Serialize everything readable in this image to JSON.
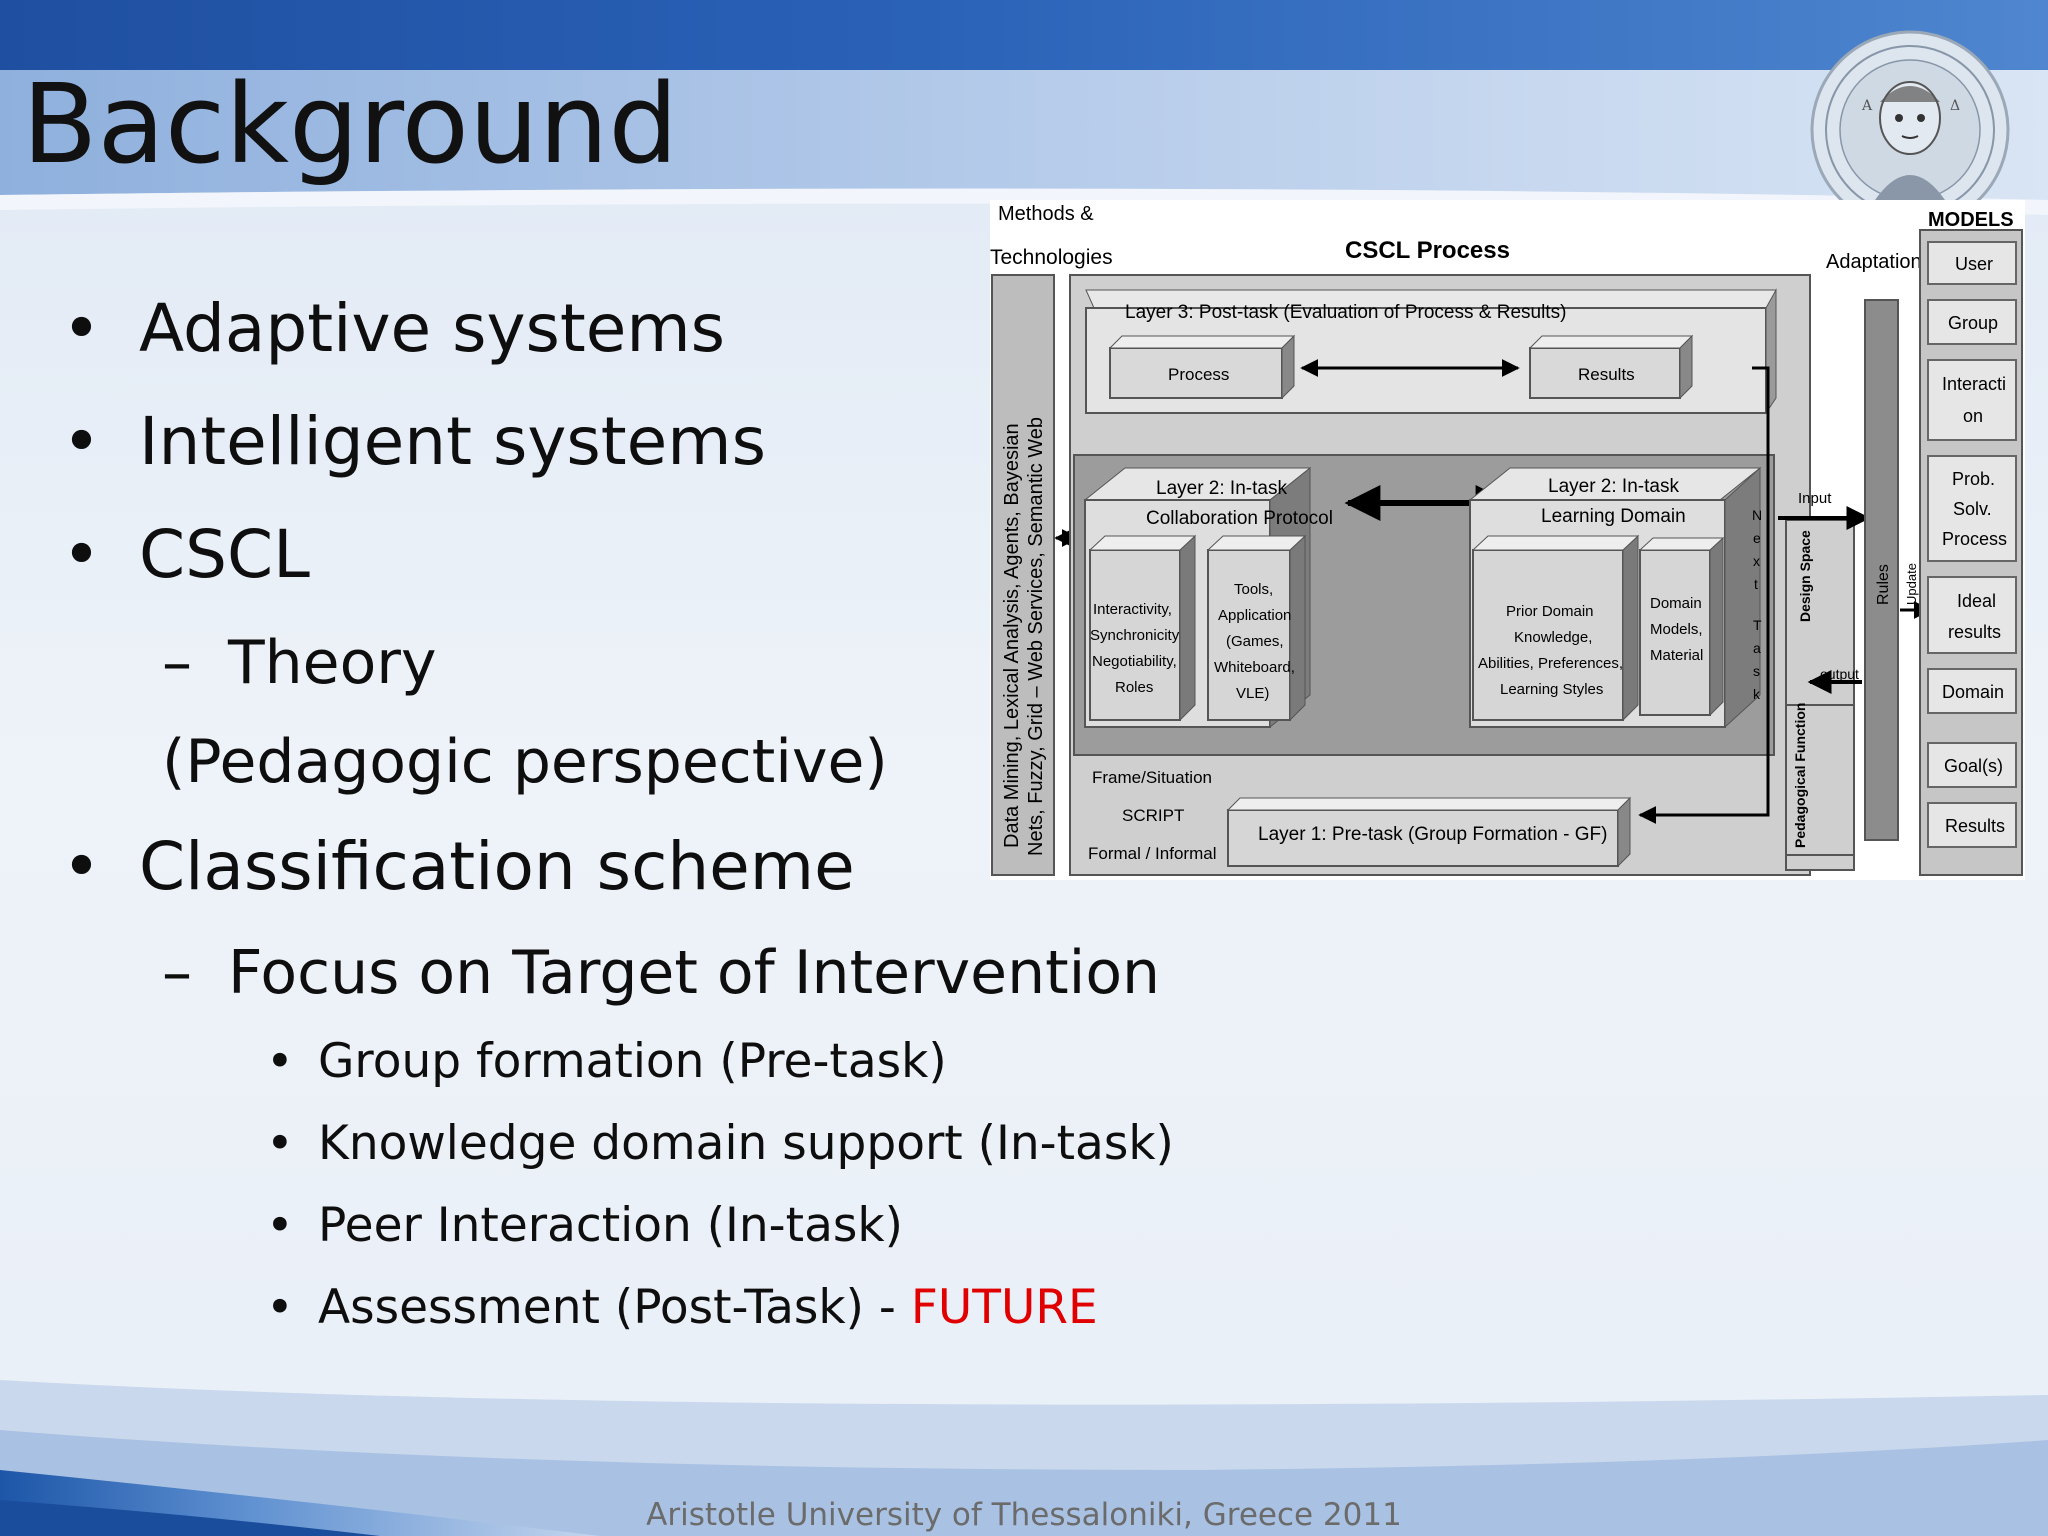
{
  "slide": {
    "title": "Background",
    "footer": "Aristotle University of Thessaloniki, Greece 2011"
  },
  "bullets": [
    {
      "level": 1,
      "text": "Adaptive systems"
    },
    {
      "level": 1,
      "text": "Intelligent systems"
    },
    {
      "level": 1,
      "text": "CSCL"
    },
    {
      "level": 2,
      "text": "Theory"
    },
    {
      "level": 2,
      "text": "(Pedagogic perspective)"
    },
    {
      "level": 1,
      "text": "Classification scheme"
    },
    {
      "level": 2,
      "text": "Focus on Target of Intervention"
    },
    {
      "level": 3,
      "text": "Group formation (Pre-task)"
    },
    {
      "level": 3,
      "text": "Knowledge domain support (In-task)"
    },
    {
      "level": 3,
      "text": "Peer Interaction (In-task)"
    },
    {
      "level": 3,
      "text": "Assessment (Post-Task) - ",
      "highlight": "FUTURE"
    }
  ],
  "diagram": {
    "methods_line1": "Methods &",
    "methods_line2": "Technologies",
    "cscl_process": "CSCL Process",
    "adaptation": "Adaptation",
    "models_title": "MODELS",
    "methods_vertical_1": "Data Mining, Lexical Analysis, Agents, Bayesian",
    "methods_vertical_2": "Nets, Fuzzy, Grid – Web Services, Semantic Web",
    "layer3": "Layer 3: Post-task (Evaluation of Process & Results)",
    "process": "Process",
    "results": "Results",
    "layer2_collab_1": "Layer 2: In-task",
    "layer2_collab_2": "Collaboration Protocol",
    "layer2_learn_1": "Layer 2: In-task",
    "layer2_learn_2": "Learning Domain",
    "box_interactivity": [
      "Interactivity,",
      "Synchronicity",
      "Negotiability,",
      "Roles"
    ],
    "box_tools": [
      "Tools,",
      "Application",
      "(Games,",
      "Whiteboard,",
      "VLE)"
    ],
    "box_prior": [
      "Prior Domain",
      "Knowledge,",
      "Abilities, Preferences,",
      "Learning Styles"
    ],
    "box_domain": [
      "Domain",
      "Models,",
      "Material"
    ],
    "next_task": [
      "N",
      "e",
      "x",
      "t",
      "T",
      "a",
      "s",
      "k"
    ],
    "frame_situation": "Frame/Situation",
    "script": "SCRIPT",
    "formal_informal": "Formal / Informal",
    "layer1": "Layer 1: Pre-task (Group Formation - GF)",
    "input": "Input",
    "output": "output",
    "design_space": "Design Space",
    "pedagogical_function": "Pedagogical Function",
    "rules": "Rules",
    "update": "Update",
    "models": [
      [
        "User"
      ],
      [
        "Group"
      ],
      [
        "Interacti",
        "on"
      ],
      [
        "Prob.",
        "Solv.",
        "Process"
      ],
      [
        "Ideal",
        "results"
      ],
      [
        "Domain"
      ],
      [
        "Goal(s)"
      ],
      [
        "Results"
      ]
    ]
  }
}
